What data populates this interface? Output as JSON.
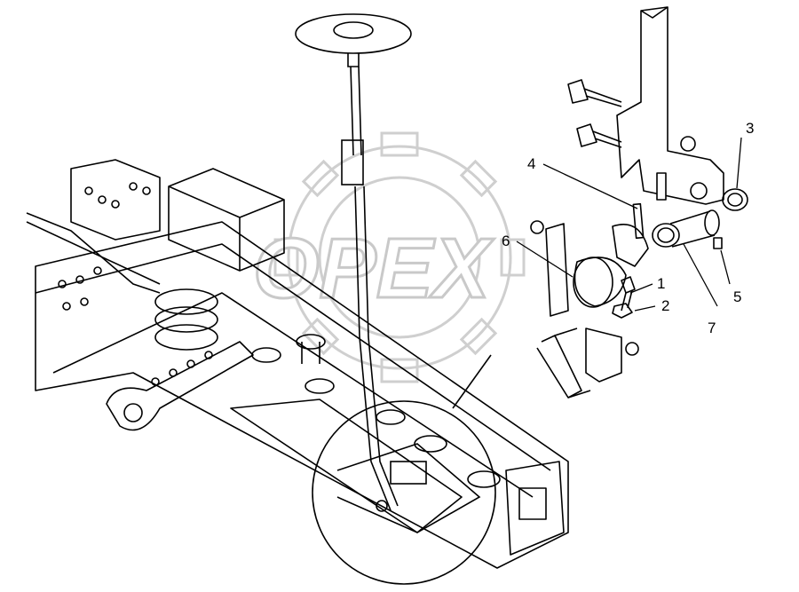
{
  "watermark": {
    "text": "OPEX",
    "color": "#c9c9c9"
  },
  "callouts": [
    {
      "id": "1",
      "label": "1"
    },
    {
      "id": "2",
      "label": "2"
    },
    {
      "id": "3",
      "label": "3"
    },
    {
      "id": "4",
      "label": "4"
    },
    {
      "id": "5",
      "label": "5"
    },
    {
      "id": "6",
      "label": "6"
    },
    {
      "id": "7",
      "label": "7"
    }
  ],
  "colors": {
    "line": "#000000",
    "background": "#ffffff"
  }
}
